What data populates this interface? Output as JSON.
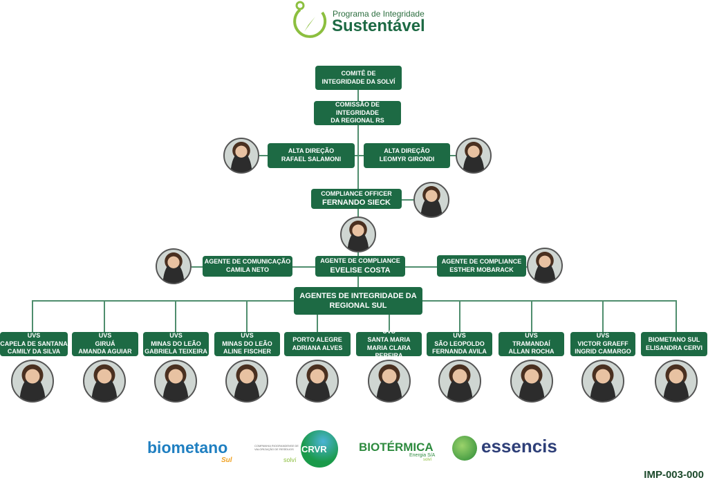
{
  "header": {
    "program_line": "Programa de Integridade",
    "program_name": "Sustentável"
  },
  "nodes": {
    "comite": [
      "COMITÊ DE",
      "INTEGRIDADE DA SOLVÍ"
    ],
    "comissao": [
      "COMISSÃO DE INTEGRIDADE",
      "DA REGIONAL RS"
    ],
    "alta_rafael": [
      "ALTA DIREÇÃO",
      "RAFAEL SALAMONI"
    ],
    "alta_leomyr": [
      "ALTA DIREÇÃO",
      "LEOMYR GIRONDI"
    ],
    "compliance_officer": [
      "COMPLIANCE OFFICER",
      "FERNANDO SIECK"
    ],
    "agente_comunicacao": [
      "AGENTE DE COMUNICAÇÃO",
      "CAMILA NETO"
    ],
    "agente_evelise": [
      "AGENTE DE COMPLIANCE",
      "EVELISE COSTA"
    ],
    "agente_esther": [
      "AGENTE DE COMPLIANCE",
      "ESTHER MOBARACK"
    ],
    "agentes_integridade": [
      "AGENTES DE INTEGRIDADE DA",
      "REGIONAL SUL"
    ]
  },
  "units": [
    [
      "UVS",
      "CAPELA DE SANTANA",
      "CAMILY DA SILVA"
    ],
    [
      "UVS",
      "GIRUÁ",
      "AMANDA AGUIAR"
    ],
    [
      "UVS",
      "MINAS DO LEÃO",
      "GABRIELA TEIXEIRA"
    ],
    [
      "UVS",
      "MINAS DO LEÃO",
      "ALINE FISCHER"
    ],
    [
      "PORTO ALEGRE",
      "ADRIANA ALVES"
    ],
    [
      "UVS",
      "SANTA MARIA",
      "MARIA CLARA PEREIRA"
    ],
    [
      "UVS",
      "SÃO LEOPOLDO",
      "FERNANDA AVILA"
    ],
    [
      "UVS",
      "TRAMANDAÍ",
      "ALLAN ROCHA"
    ],
    [
      "UVS",
      "VICTOR GRAEFF",
      "INGRID CAMARGO"
    ],
    [
      "BIOMETANO SUL",
      "ELISANDRA CERVI"
    ]
  ],
  "logos": {
    "biometano": "biometano",
    "biometano_sub": "Sul",
    "crvr_small": "COMPANHIA RIOGRANDENSE DE VALORIZAÇÃO DE RESÍDUOS",
    "crvr": "CRVR",
    "crvr_solvi": "solví",
    "biotermica": "BIOTÉRMICA",
    "biotermica_sub": "Energia S/A",
    "biotermica_solvi": "solví",
    "essencis": "essencis"
  },
  "footer": {
    "code": "IMP-003-000"
  },
  "colors": {
    "box": "#1d6a44",
    "line": "#4e8d6d",
    "accent": "#8cbf3f"
  }
}
